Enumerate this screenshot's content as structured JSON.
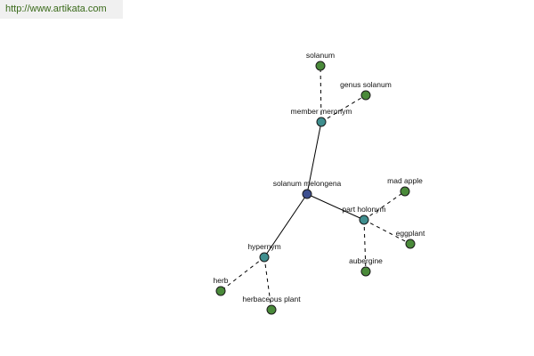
{
  "url": "http://www.artikata.com",
  "colors": {
    "center": "#3d4f8f",
    "relation": "#3f8e8e",
    "leaf": "#4a8a3a"
  },
  "nodes": [
    {
      "id": "center",
      "label": "solanum melongena",
      "kind": "center"
    },
    {
      "id": "member",
      "label": "member meronym",
      "kind": "relation"
    },
    {
      "id": "solanum",
      "label": "solanum",
      "kind": "leaf"
    },
    {
      "id": "genus",
      "label": "genus solanum",
      "kind": "leaf"
    },
    {
      "id": "part",
      "label": "part holonym",
      "kind": "relation"
    },
    {
      "id": "madapple",
      "label": "mad apple",
      "kind": "leaf"
    },
    {
      "id": "eggplant",
      "label": "eggplant",
      "kind": "leaf"
    },
    {
      "id": "aubergine",
      "label": "aubergine",
      "kind": "leaf"
    },
    {
      "id": "hypernym",
      "label": "hypernym",
      "kind": "relation"
    },
    {
      "id": "herb",
      "label": "herb",
      "kind": "leaf"
    },
    {
      "id": "herbaceous",
      "label": "herbaceous plant",
      "kind": "leaf"
    }
  ],
  "edges": [
    {
      "from": "center",
      "to": "member",
      "style": "solid"
    },
    {
      "from": "center",
      "to": "part",
      "style": "solid"
    },
    {
      "from": "center",
      "to": "hypernym",
      "style": "solid"
    },
    {
      "from": "member",
      "to": "solanum",
      "style": "dashed"
    },
    {
      "from": "member",
      "to": "genus",
      "style": "dashed"
    },
    {
      "from": "part",
      "to": "madapple",
      "style": "dashed"
    },
    {
      "from": "part",
      "to": "eggplant",
      "style": "dashed"
    },
    {
      "from": "part",
      "to": "aubergine",
      "style": "dashed"
    },
    {
      "from": "hypernym",
      "to": "herb",
      "style": "dashed"
    },
    {
      "from": "hypernym",
      "to": "herbaceous",
      "style": "dashed"
    }
  ]
}
